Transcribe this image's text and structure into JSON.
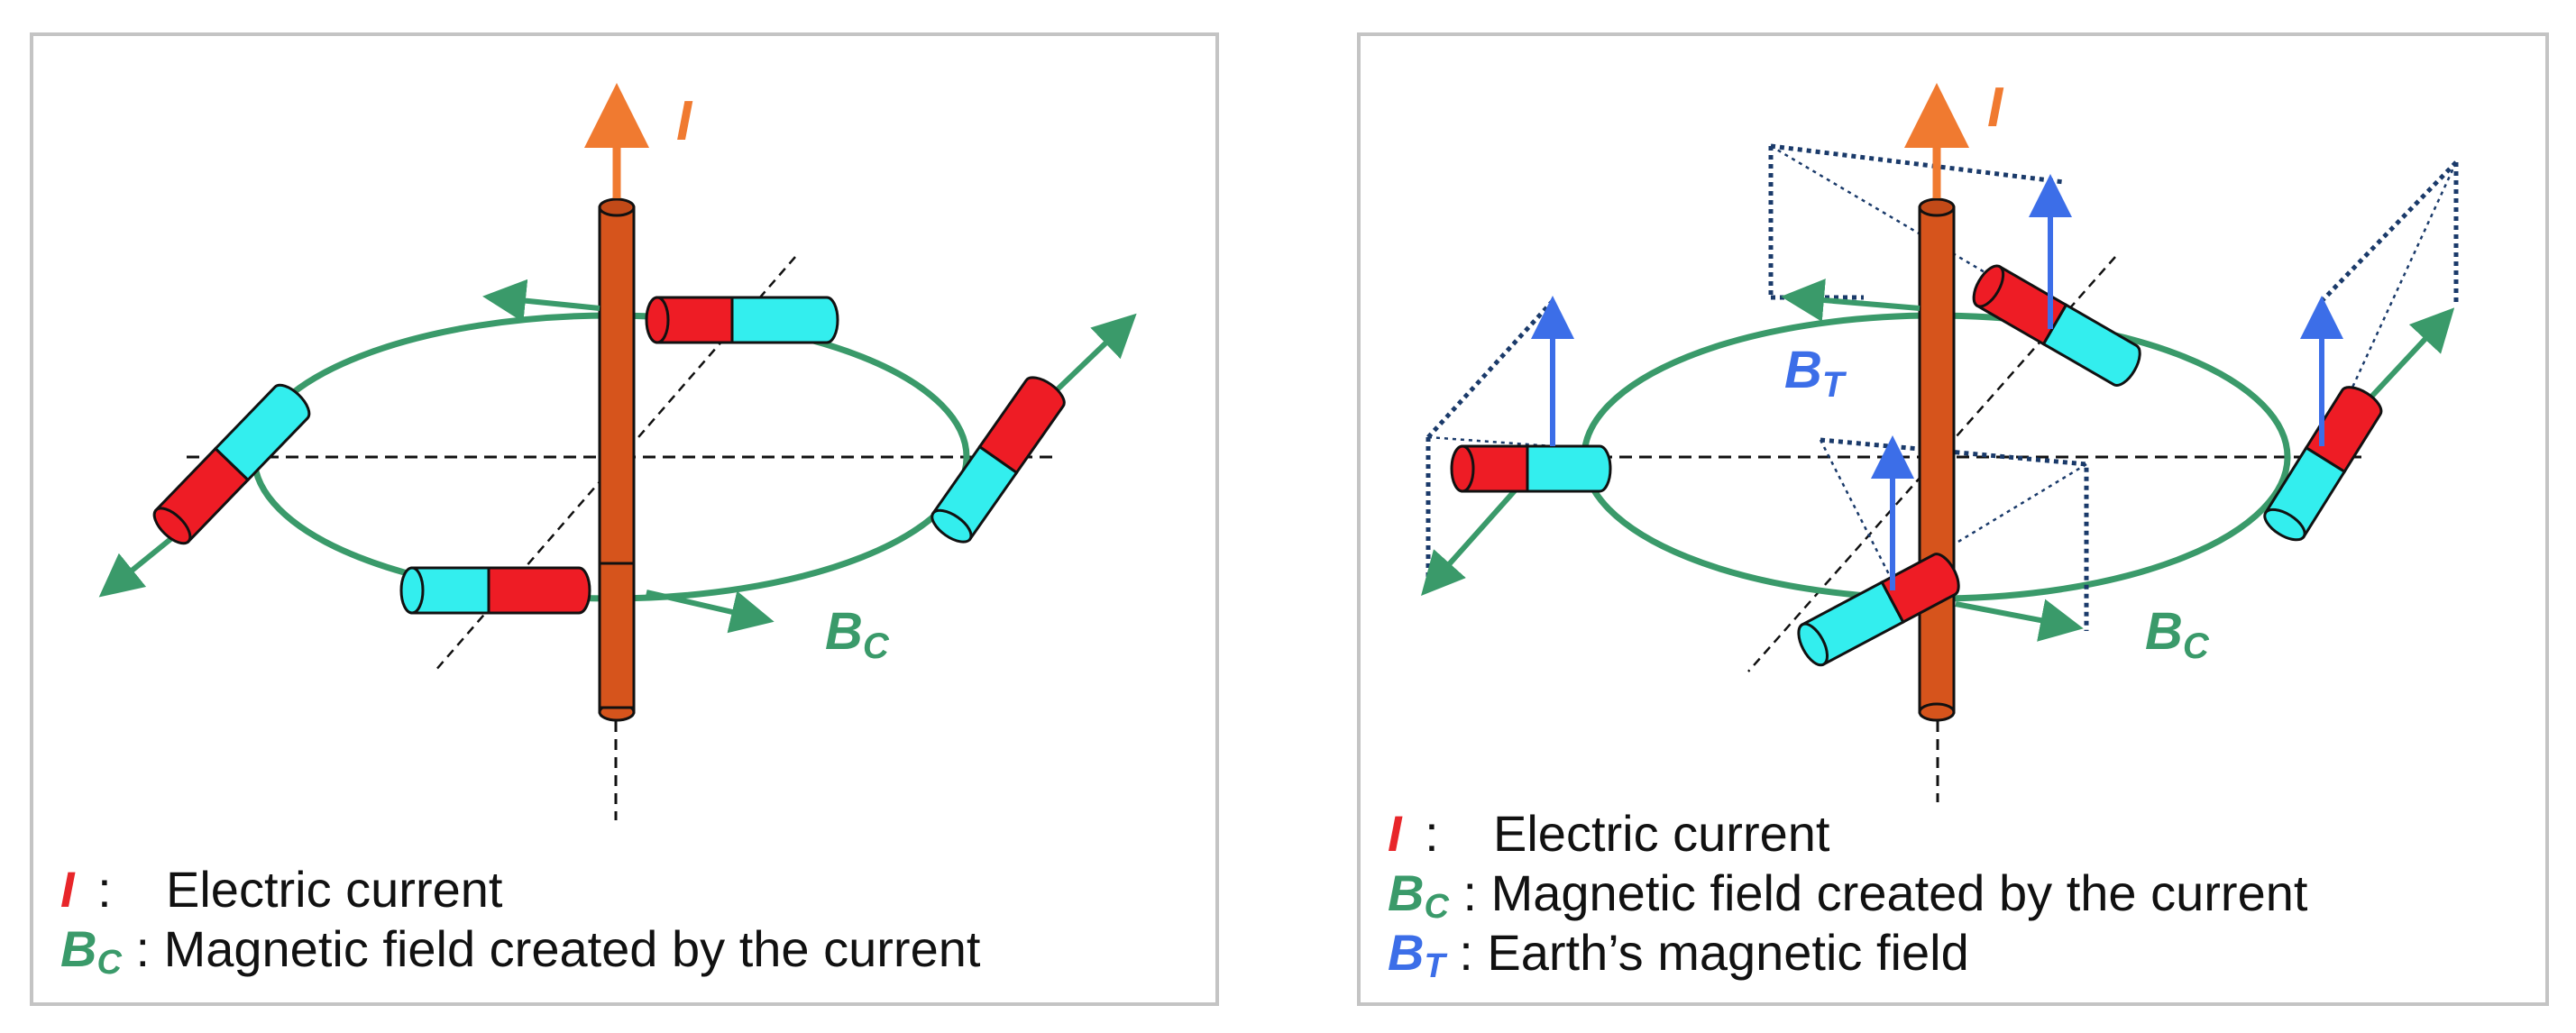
{
  "colors": {
    "current": "#f07a30",
    "current_label": "#e8262a",
    "field_bc": "#3a9a6a",
    "field_bt": "#3c6ee8",
    "magnet_north": "#ee1c25",
    "magnet_south": "#33eeee",
    "wire": "#d6541c",
    "guide": "#1a3a6a"
  },
  "left_panel": {
    "current_label": "I",
    "field_label": {
      "main": "B",
      "sub": "C"
    },
    "legend": [
      {
        "symbol": "I",
        "sub": "",
        "colon": ":",
        "text": "Electric current"
      },
      {
        "symbol": "B",
        "sub": "C",
        "colon": ":",
        "text": "Magnetic field created by the current"
      }
    ]
  },
  "right_panel": {
    "current_label": "I",
    "field_label": {
      "main": "B",
      "sub": "C"
    },
    "earth_label": {
      "main": "B",
      "sub": "T"
    },
    "legend": [
      {
        "symbol": "I",
        "sub": "",
        "colon": ":",
        "text": "Electric current"
      },
      {
        "symbol": "B",
        "sub": "C",
        "colon": ":",
        "text": "Magnetic field created by the current"
      },
      {
        "symbol": "B",
        "sub": "T",
        "colon": ":",
        "text": "Earth’s magnetic field"
      }
    ]
  }
}
